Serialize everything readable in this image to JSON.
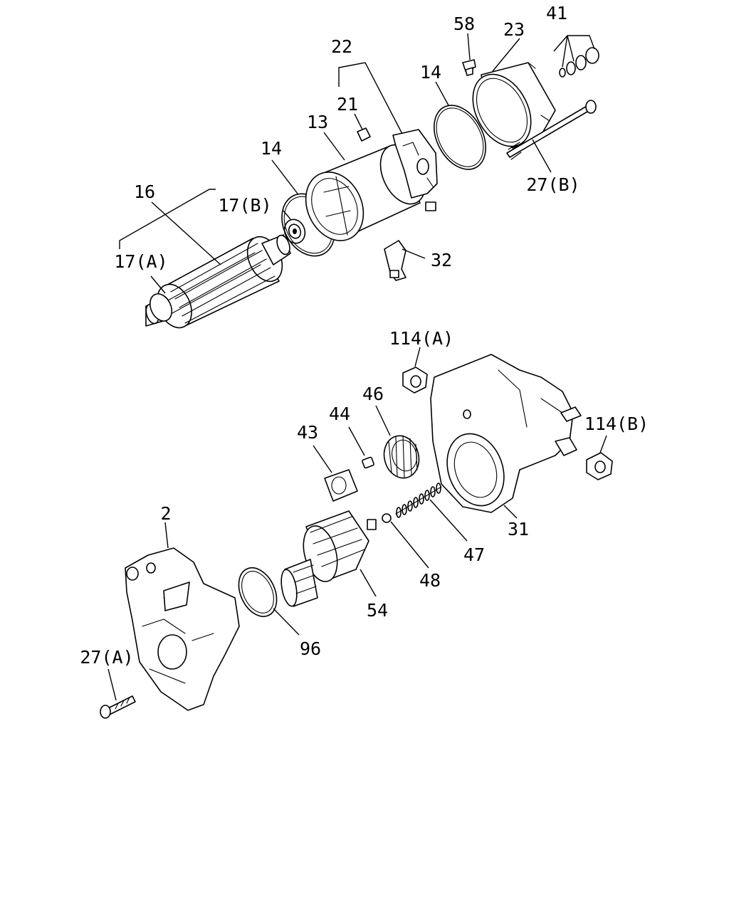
{
  "diagram": {
    "callouts": [
      {
        "id": "c58",
        "text": "58"
      },
      {
        "id": "c41",
        "text": "41"
      },
      {
        "id": "c23",
        "text": "23"
      },
      {
        "id": "c22",
        "text": "22"
      },
      {
        "id": "c14a",
        "text": "14"
      },
      {
        "id": "c21",
        "text": "21"
      },
      {
        "id": "c13",
        "text": "13"
      },
      {
        "id": "c14b",
        "text": "14"
      },
      {
        "id": "c27b",
        "text": "27(B)"
      },
      {
        "id": "c16",
        "text": "16"
      },
      {
        "id": "c17b",
        "text": "17(B)"
      },
      {
        "id": "c17a",
        "text": "17(A)"
      },
      {
        "id": "c32",
        "text": "32"
      },
      {
        "id": "c114a",
        "text": "114(A)"
      },
      {
        "id": "c46",
        "text": "46"
      },
      {
        "id": "c44",
        "text": "44"
      },
      {
        "id": "c43",
        "text": "43"
      },
      {
        "id": "c114b",
        "text": "114(B)"
      },
      {
        "id": "c2",
        "text": "2"
      },
      {
        "id": "c31",
        "text": "31"
      },
      {
        "id": "c47",
        "text": "47"
      },
      {
        "id": "c48",
        "text": "48"
      },
      {
        "id": "c54",
        "text": "54"
      },
      {
        "id": "c96",
        "text": "96"
      },
      {
        "id": "c27a",
        "text": "27(A)"
      }
    ]
  }
}
